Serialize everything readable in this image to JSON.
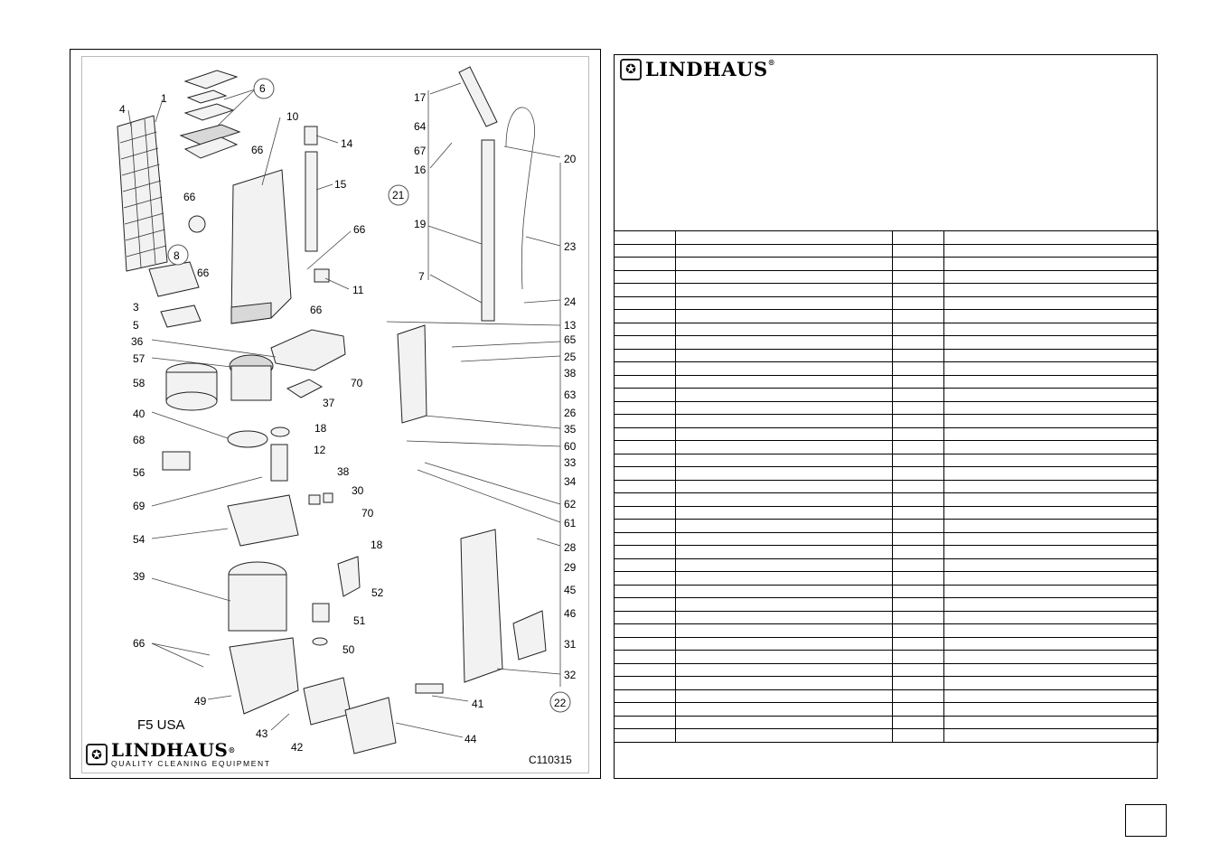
{
  "diagram": {
    "model": "F5 USA",
    "drawing_code": "C110315",
    "logo": {
      "brand": "LINDHAUS",
      "registered": "®",
      "tagline": "QUALITY CLEANING EQUIPMENT"
    },
    "callouts": [
      {
        "id": "1",
        "label": "1"
      },
      {
        "id": "3",
        "label": "3"
      },
      {
        "id": "4",
        "label": "4"
      },
      {
        "id": "5",
        "label": "5"
      },
      {
        "id": "6",
        "label": "6",
        "circled": true
      },
      {
        "id": "7",
        "label": "7"
      },
      {
        "id": "8",
        "label": "8",
        "circled": true
      },
      {
        "id": "10",
        "label": "10"
      },
      {
        "id": "11",
        "label": "11"
      },
      {
        "id": "12",
        "label": "12"
      },
      {
        "id": "13",
        "label": "13"
      },
      {
        "id": "14",
        "label": "14"
      },
      {
        "id": "15",
        "label": "15"
      },
      {
        "id": "16",
        "label": "16"
      },
      {
        "id": "17",
        "label": "17"
      },
      {
        "id": "18a",
        "label": "18"
      },
      {
        "id": "18b",
        "label": "18"
      },
      {
        "id": "19",
        "label": "19"
      },
      {
        "id": "20",
        "label": "20"
      },
      {
        "id": "21",
        "label": "21",
        "circled": true
      },
      {
        "id": "22",
        "label": "22",
        "circled": true
      },
      {
        "id": "23",
        "label": "23"
      },
      {
        "id": "24",
        "label": "24"
      },
      {
        "id": "25",
        "label": "25"
      },
      {
        "id": "26",
        "label": "26"
      },
      {
        "id": "28",
        "label": "28"
      },
      {
        "id": "29",
        "label": "29"
      },
      {
        "id": "30",
        "label": "30"
      },
      {
        "id": "31",
        "label": "31"
      },
      {
        "id": "32",
        "label": "32"
      },
      {
        "id": "33",
        "label": "33"
      },
      {
        "id": "34",
        "label": "34"
      },
      {
        "id": "35",
        "label": "35"
      },
      {
        "id": "36",
        "label": "36"
      },
      {
        "id": "37",
        "label": "37"
      },
      {
        "id": "38a",
        "label": "38"
      },
      {
        "id": "38b",
        "label": "38"
      },
      {
        "id": "39",
        "label": "39"
      },
      {
        "id": "40",
        "label": "40"
      },
      {
        "id": "41",
        "label": "41"
      },
      {
        "id": "42",
        "label": "42"
      },
      {
        "id": "43",
        "label": "43"
      },
      {
        "id": "44",
        "label": "44"
      },
      {
        "id": "45",
        "label": "45"
      },
      {
        "id": "46",
        "label": "46"
      },
      {
        "id": "49",
        "label": "49"
      },
      {
        "id": "50",
        "label": "50"
      },
      {
        "id": "51",
        "label": "51"
      },
      {
        "id": "52",
        "label": "52"
      },
      {
        "id": "54",
        "label": "54"
      },
      {
        "id": "56",
        "label": "56"
      },
      {
        "id": "57",
        "label": "57"
      },
      {
        "id": "58",
        "label": "58"
      },
      {
        "id": "60",
        "label": "60"
      },
      {
        "id": "61",
        "label": "61"
      },
      {
        "id": "62",
        "label": "62"
      },
      {
        "id": "63",
        "label": "63"
      },
      {
        "id": "64",
        "label": "64"
      },
      {
        "id": "65",
        "label": "65"
      },
      {
        "id": "66a",
        "label": "66"
      },
      {
        "id": "66b",
        "label": "66"
      },
      {
        "id": "66c",
        "label": "66"
      },
      {
        "id": "66d",
        "label": "66"
      },
      {
        "id": "66e",
        "label": "66"
      },
      {
        "id": "66f",
        "label": "66"
      },
      {
        "id": "67",
        "label": "67"
      },
      {
        "id": "68",
        "label": "68"
      },
      {
        "id": "69",
        "label": "69"
      },
      {
        "id": "70a",
        "label": "70"
      },
      {
        "id": "70b",
        "label": "70"
      }
    ]
  },
  "parts_list": {
    "logo": {
      "brand": "LINDHAUS",
      "registered": "®"
    },
    "row_count": 39,
    "column_count": 4
  },
  "page_number": ""
}
